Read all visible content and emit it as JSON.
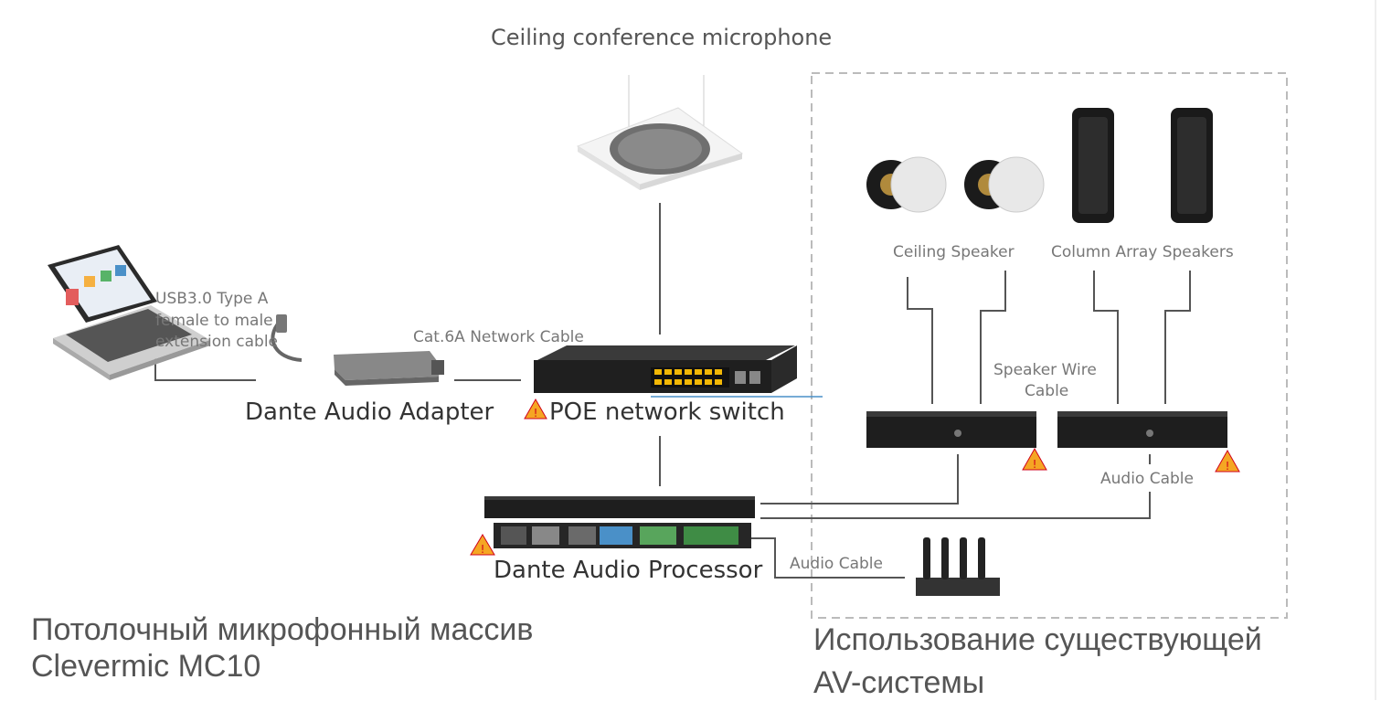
{
  "labels": {
    "ceiling_mic": "Ceiling conference microphone",
    "usb_cable_line1": "USB3.0 Type A",
    "usb_cable_line2": "female to male",
    "usb_cable_line3": "extension cable",
    "cat6a": "Cat.6A Network Cable",
    "dante_adapter": "Dante Audio Adapter",
    "poe_switch": "POE network switch",
    "ceiling_speaker": "Ceiling Speaker",
    "column_speakers": "Column Array Speakers",
    "speaker_wire_line1": "Speaker Wire",
    "speaker_wire_line2": "Cable",
    "audio_cable_right": "Audio Cable",
    "audio_cable_bottom": "Audio Cable",
    "dante_processor": "Dante Audio Processor"
  },
  "captions": {
    "left_line1": "Потолочный микрофонный массив",
    "left_line2": "Clevermic MC10",
    "right_line1": "Использование существующей",
    "right_line2": "AV-системы"
  },
  "colors": {
    "line": "#555555",
    "dashed_box": "#bbbbbb",
    "warning_fill": "#f5a623",
    "warning_mark": "#d0021b",
    "device_dark": "#1e1e1e",
    "switch_port": "#f2b705",
    "accent_blue": "#4a90c8"
  }
}
